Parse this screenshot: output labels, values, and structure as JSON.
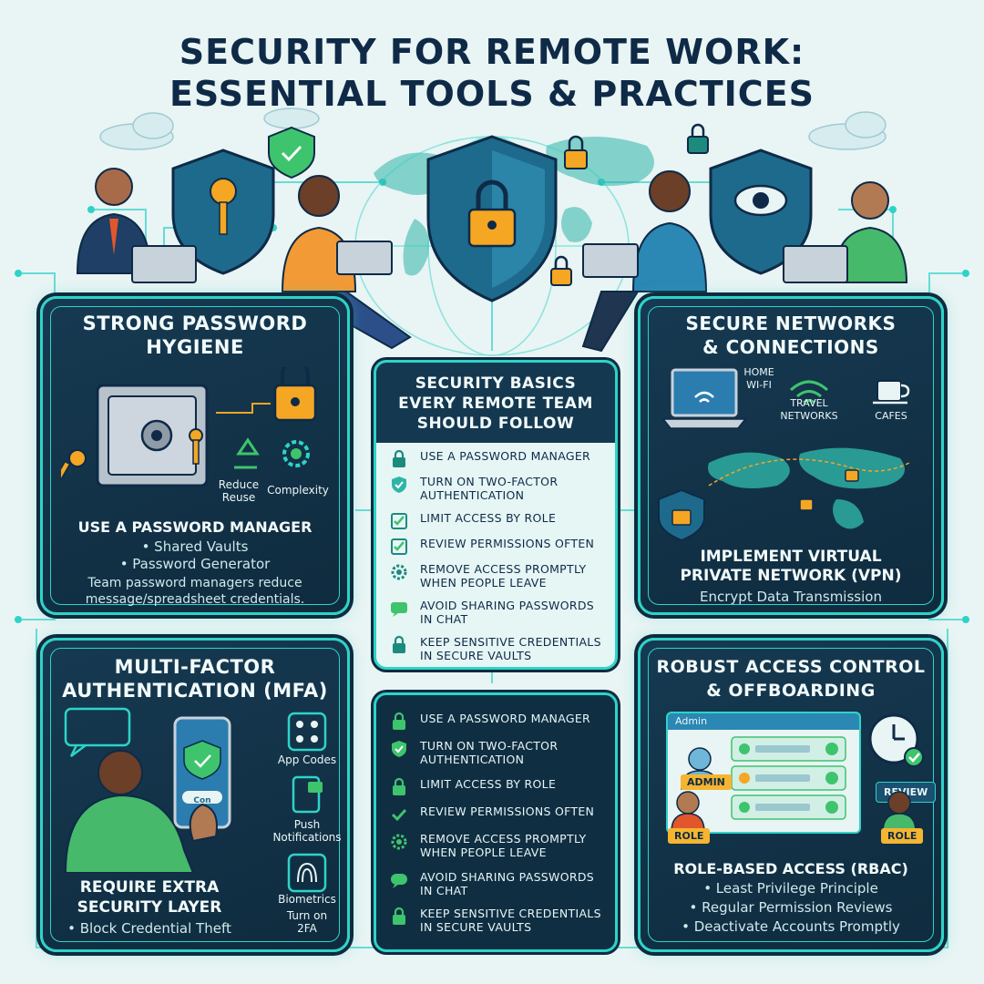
{
  "title_line1": "SECURITY FOR REMOTE WORK:",
  "title_line2": "ESSENTIAL TOOLS & PRACTICES",
  "password_panel": {
    "title_line1": "STRONG PASSWORD",
    "title_line2": "HYGIENE",
    "label_reduce_line1": "Reduce",
    "label_reduce_line2": "Reuse",
    "label_complexity": "Complexity",
    "subheading": "USE A PASSWORD MANAGER",
    "bullet1": "• Shared Vaults",
    "bullet2": "• Password Generator",
    "note_line1": "Team password managers reduce",
    "note_line2": "message/spreadsheet credentials."
  },
  "network_panel": {
    "title_line1": "SECURE NETWORKS",
    "title_line2": "& CONNECTIONS",
    "label_home_line1": "HOME",
    "label_home_line2": "WI-FI",
    "label_travel_line1": "TRAVEL",
    "label_travel_line2": "NETWORKS",
    "label_cafes": "CAFES",
    "subheading_line1": "IMPLEMENT VIRTUAL",
    "subheading_line2": "PRIVATE NETWORK (VPN)",
    "bullet1": "Encrypt Data Transmission"
  },
  "mfa_panel": {
    "title_line1": "MULTI-FACTOR",
    "title_line2": "AUTHENTICATION (MFA)",
    "phone_button": "Con",
    "label_app_codes": "App Codes",
    "label_push_line1": "Push",
    "label_push_line2": "Notifications",
    "label_biometrics": "Biometrics",
    "label_turn_on_line1": "Turn on",
    "label_turn_on_line2": "2FA",
    "subheading_line1": "REQUIRE EXTRA",
    "subheading_line2": "SECURITY LAYER",
    "bullet1": "• Block Credential Theft"
  },
  "access_panel": {
    "title_line1": "ROBUST ACCESS CONTROL",
    "title_line2": "& OFFBOARDING",
    "window_title": "Admin",
    "badge_admin": "ADMIN",
    "badge_role": "ROLE",
    "review_tag": "REVIEW",
    "subheading": "ROLE-BASED ACCESS (RBAC)",
    "bullet1": "• Least Privilege Principle",
    "bullet2": "• Regular Permission Reviews",
    "bullet3": "• Deactivate Accounts Promptly"
  },
  "center_top": {
    "title_line1": "SECURITY BASICS",
    "title_line2": "EVERY REMOTE TEAM",
    "title_line3": "SHOULD FOLLOW",
    "items": [
      {
        "text": "USE A PASSWORD MANAGER",
        "icon": "lock-icon"
      },
      {
        "text": "TURN ON TWO-FACTOR AUTHENTICATION",
        "icon": "shield-check-icon"
      },
      {
        "text": "LIMIT ACCESS BY ROLE",
        "icon": "checkbox-icon"
      },
      {
        "text": "REVIEW PERMISSIONS OFTEN",
        "icon": "checkbox-icon"
      },
      {
        "text": "REMOVE ACCESS PROMPTLY WHEN PEOPLE LEAVE",
        "icon": "gear-icon"
      },
      {
        "text": "AVOID SHARING PASSWORDS IN CHAT",
        "icon": "chat-icon"
      },
      {
        "text": "KEEP SENSITIVE CREDENTIALS IN SECURE VAULTS",
        "icon": "lock-icon"
      }
    ]
  },
  "center_bottom": {
    "items": [
      {
        "text": "USE A PASSWORD MANAGER",
        "icon": "lock-icon"
      },
      {
        "text": "TURN ON TWO-FACTOR AUTHENTICATION",
        "icon": "shield-check-icon"
      },
      {
        "text": "LIMIT ACCESS BY ROLE",
        "icon": "lock-icon"
      },
      {
        "text": "REVIEW PERMISSIONS OFTEN",
        "icon": "checkmark-icon"
      },
      {
        "text": "REMOVE ACCESS PROMPTLY WHEN PEOPLE LEAVE",
        "icon": "gear-icon"
      },
      {
        "text": "AVOID SHARING PASSWORDS IN CHAT",
        "icon": "chat-icon"
      },
      {
        "text": "KEEP SENSITIVE CREDENTIALS IN SECURE VAULTS",
        "icon": "lock-icon"
      }
    ]
  },
  "colors": {
    "navy": "#0e2a47",
    "panel_bg": "#133650",
    "teal": "#2ed3c8",
    "green": "#3ec46d",
    "orange": "#f5a623",
    "light_bg": "#e9f4f4"
  }
}
